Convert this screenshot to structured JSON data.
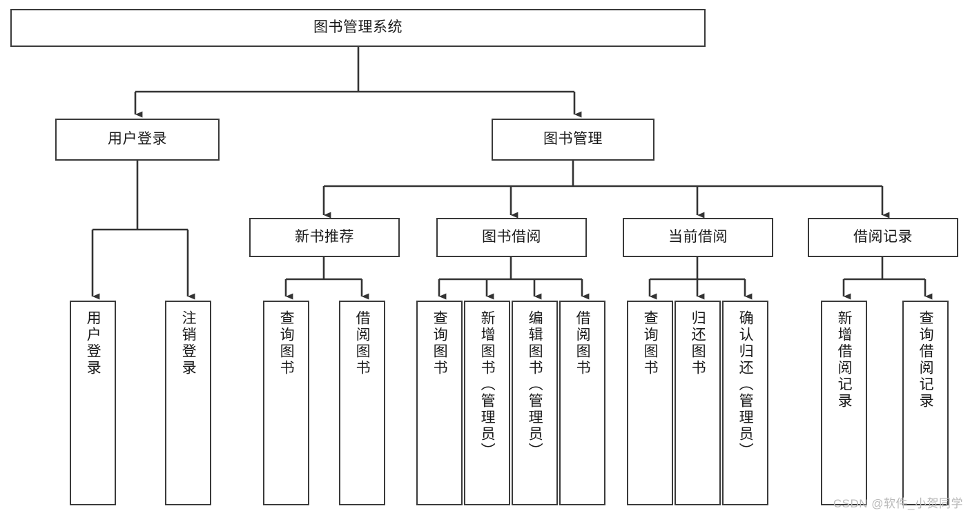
{
  "diagram": {
    "title": "图书管理系统",
    "type": "tree-structure-chart",
    "watermark": "CSDN @软件_小贺同学",
    "colors": {
      "box_border": "#3a3a3a",
      "box_fill": "#ffffff",
      "edge": "#333333",
      "text": "#1a1a1a",
      "watermark": "#b9b9b9",
      "background": "#ffffff"
    }
  },
  "nodes": {
    "root": {
      "label": "图书管理系统"
    },
    "level1": [
      {
        "id": "user-login",
        "label": "用户登录"
      },
      {
        "id": "book-manage",
        "label": "图书管理"
      }
    ],
    "level2": [
      {
        "id": "new-book-recommend",
        "label": "新书推荐"
      },
      {
        "id": "book-borrow",
        "label": "图书借阅"
      },
      {
        "id": "current-borrow",
        "label": "当前借阅"
      },
      {
        "id": "borrow-record",
        "label": "借阅记录"
      }
    ],
    "leaves": {
      "user_login": [
        {
          "id": "leaf-user-login",
          "label": "用户登录"
        },
        {
          "id": "leaf-logout-login",
          "label": "注销登录"
        }
      ],
      "new_book_recommend": [
        {
          "id": "leaf-query-book-1",
          "label": "查询图书"
        },
        {
          "id": "leaf-borrow-book-1",
          "label": "借阅图书"
        }
      ],
      "book_borrow": [
        {
          "id": "leaf-query-book-2",
          "label": "查询图书"
        },
        {
          "id": "leaf-add-book-admin",
          "label": "新增图书（管理员）"
        },
        {
          "id": "leaf-edit-book-admin",
          "label": "编辑图书（管理员）"
        },
        {
          "id": "leaf-borrow-book-2",
          "label": "借阅图书"
        }
      ],
      "current_borrow": [
        {
          "id": "leaf-query-book-3",
          "label": "查询图书"
        },
        {
          "id": "leaf-return-book",
          "label": "归还图书"
        },
        {
          "id": "leaf-confirm-return-admin",
          "label": "确认归还（管理员）"
        }
      ],
      "borrow_record": [
        {
          "id": "leaf-add-borrow-record",
          "label": "新增借阅记录"
        },
        {
          "id": "leaf-query-borrow-record",
          "label": "查询借阅记录"
        }
      ]
    }
  }
}
